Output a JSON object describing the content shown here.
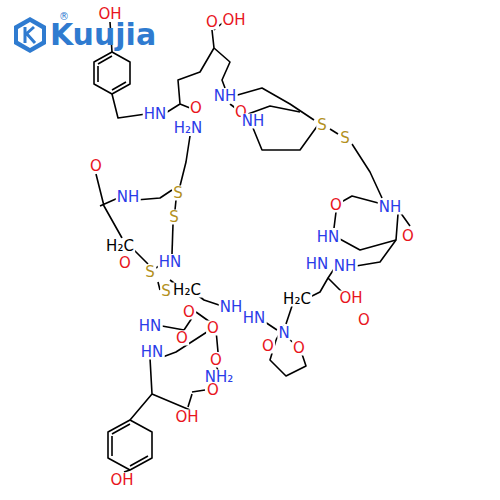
{
  "diagram": {
    "labels": [
      "Kuujia",
      "®",
      "OH",
      "O",
      "OH",
      "NH",
      "O",
      "H₂N",
      "O",
      "NH",
      "S",
      "S",
      "HN",
      "O",
      "NH",
      "S",
      "S",
      "O",
      "NH",
      "HN",
      "O",
      "H₂C",
      "O",
      "HN",
      "S",
      "S",
      "H₂C",
      "NH",
      "HN",
      "OH",
      "O",
      "NH",
      "H₂C",
      "HN",
      "O",
      "HN",
      "O",
      "O",
      "N",
      "O",
      "O",
      "O",
      "NH₂",
      "HN",
      "O",
      "OH",
      "OH"
    ]
  }
}
